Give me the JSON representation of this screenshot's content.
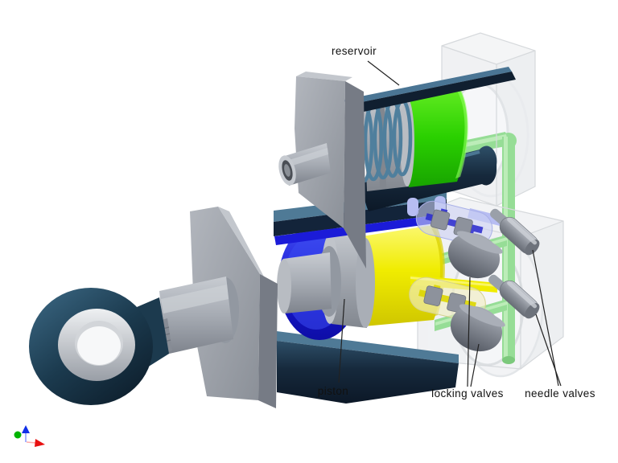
{
  "illustration": {
    "labels": {
      "reservoir": "reservoir",
      "piston": "piston",
      "locking_valves": "locking  valves",
      "needle_valves": "needle  valves"
    }
  },
  "colors": {
    "reservoir_fluid_green": "#2ad000",
    "chamber_fluid_blue": "#1b1bd8",
    "chamber_fluid_yellow": "#f0ec00",
    "shell_navy": "#16293c",
    "shell_teal": "#4f7a96",
    "metal_gray": "#9aa0a8",
    "pipe_green": "#96dd96",
    "pipe_blue_translucent": "#b7bdf2",
    "leader_line": "#222222"
  },
  "triad": {
    "dot_color": "#00b400",
    "up_arrow_color": "#0f2fe8",
    "right_arrow_color": "#e81111"
  }
}
